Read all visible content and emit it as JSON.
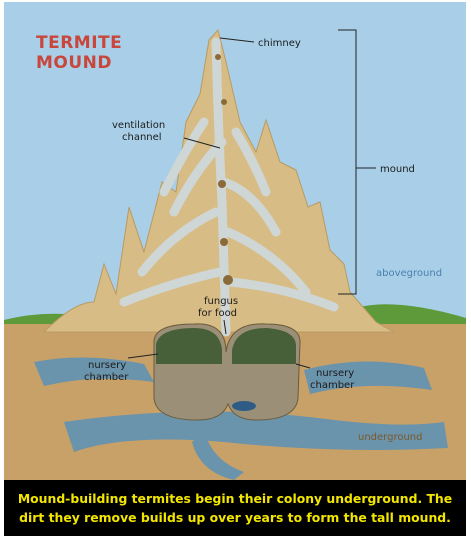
{
  "title": {
    "line1": "TERMITE",
    "line2": "MOUND"
  },
  "labels": {
    "chimney": "chimney",
    "ventilation_line1": "ventilation",
    "ventilation_line2": "channel",
    "mound": "mound",
    "aboveground": "aboveground",
    "fungus_line1": "fungus",
    "fungus_line2": "for food",
    "nursery_left_line1": "nursery",
    "nursery_left_line2": "chamber",
    "nursery_right_line1": "nursery",
    "nursery_right_line2": "chamber",
    "underground": "underground"
  },
  "caption": {
    "line1": "Mound-building termites begin their colony underground. The",
    "line2": "dirt they remove builds up over years to form the tall mound."
  },
  "colors": {
    "sky": "#a9cfe8",
    "ground": "#c8a168",
    "mound": "#d7bd85",
    "tunnel": "#cfd6d6",
    "water": "#6a93ac",
    "title": "#c8463c",
    "caption_text": "#f2e600"
  }
}
